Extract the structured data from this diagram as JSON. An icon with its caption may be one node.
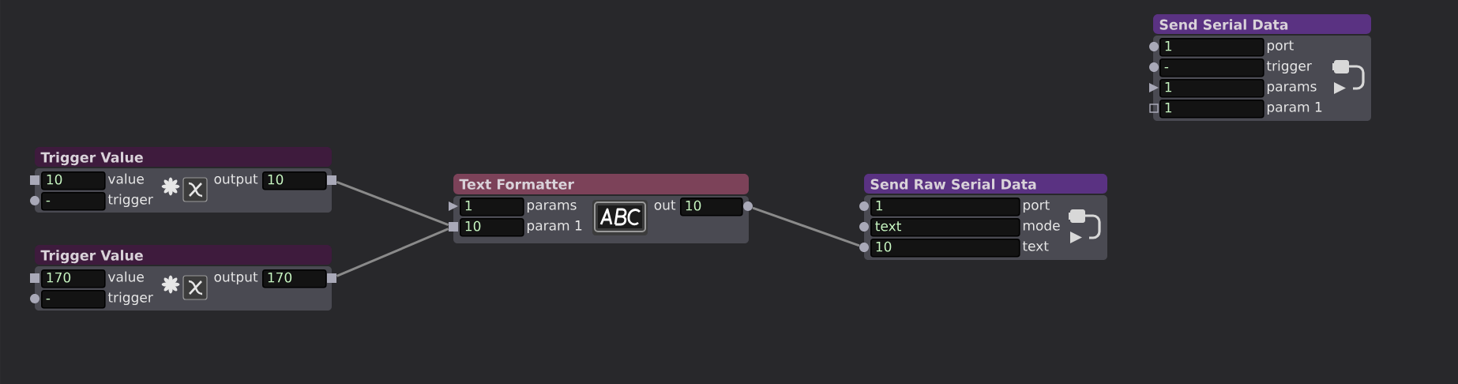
{
  "diagram": {
    "nodes": [
      {
        "text": [
          "Trigger Value"
        ]
      },
      {
        "text": [
          "10"
        ],
        "in": 0,
        "beside": [
          "value"
        ]
      },
      {
        "text": [
          "-"
        ],
        "in": 0,
        "beside": [
          "trigger"
        ]
      },
      {
        "text": [
          "10"
        ],
        "in": 0,
        "beside": [
          "output"
        ]
      },
      {
        "text": [],
        "shape": "box"
      },
      {
        "text": [
          "Trigger Value"
        ]
      },
      {
        "text": [
          "170"
        ],
        "in": 5,
        "beside": [
          "value"
        ]
      },
      {
        "text": [
          "-"
        ],
        "in": 5,
        "beside": [
          "trigger"
        ]
      },
      {
        "text": [
          "170"
        ],
        "in": 5,
        "beside": [
          "output"
        ]
      },
      {
        "text": [],
        "shape": "box"
      },
      {
        "text": [
          "Text Formatter"
        ]
      },
      {
        "text": [
          "1"
        ],
        "in": 10,
        "beside": [
          "params"
        ]
      },
      {
        "text": [
          "10"
        ],
        "in": 10,
        "beside": [
          "param 1"
        ]
      },
      {
        "text": [
          "10"
        ],
        "in": 10,
        "beside": [
          "out"
        ]
      },
      {
        "text": [],
        "shape": "box"
      },
      {
        "text": [],
        "shape": "circle"
      },
      {
        "text": [
          "Send Raw Serial Data"
        ]
      },
      {
        "text": [
          "1"
        ],
        "in": 16,
        "beside": [
          "port"
        ]
      },
      {
        "text": [
          "text"
        ],
        "in": 16,
        "beside": [
          "mode"
        ]
      },
      {
        "text": [
          "10"
        ],
        "in": 16,
        "beside": [
          "text"
        ]
      },
      {
        "text": [],
        "shape": "circle"
      },
      {
        "text": [
          "Send Serial Data"
        ]
      },
      {
        "text": [
          "1"
        ],
        "in": 21,
        "beside": [
          "port"
        ]
      },
      {
        "text": [
          "-"
        ],
        "in": 21,
        "beside": [
          "trigger"
        ]
      },
      {
        "text": [
          "1"
        ],
        "in": 21,
        "beside": [
          "params"
        ]
      },
      {
        "text": [
          "1"
        ],
        "in": 21,
        "beside": [
          "param 1"
        ]
      }
    ],
    "edges": [
      {
        "from": 4,
        "to": 14,
        "arrow": "none"
      },
      {
        "from": 9,
        "to": 14,
        "arrow": "none"
      },
      {
        "from": 15,
        "to": 20,
        "arrow": "none"
      }
    ]
  }
}
